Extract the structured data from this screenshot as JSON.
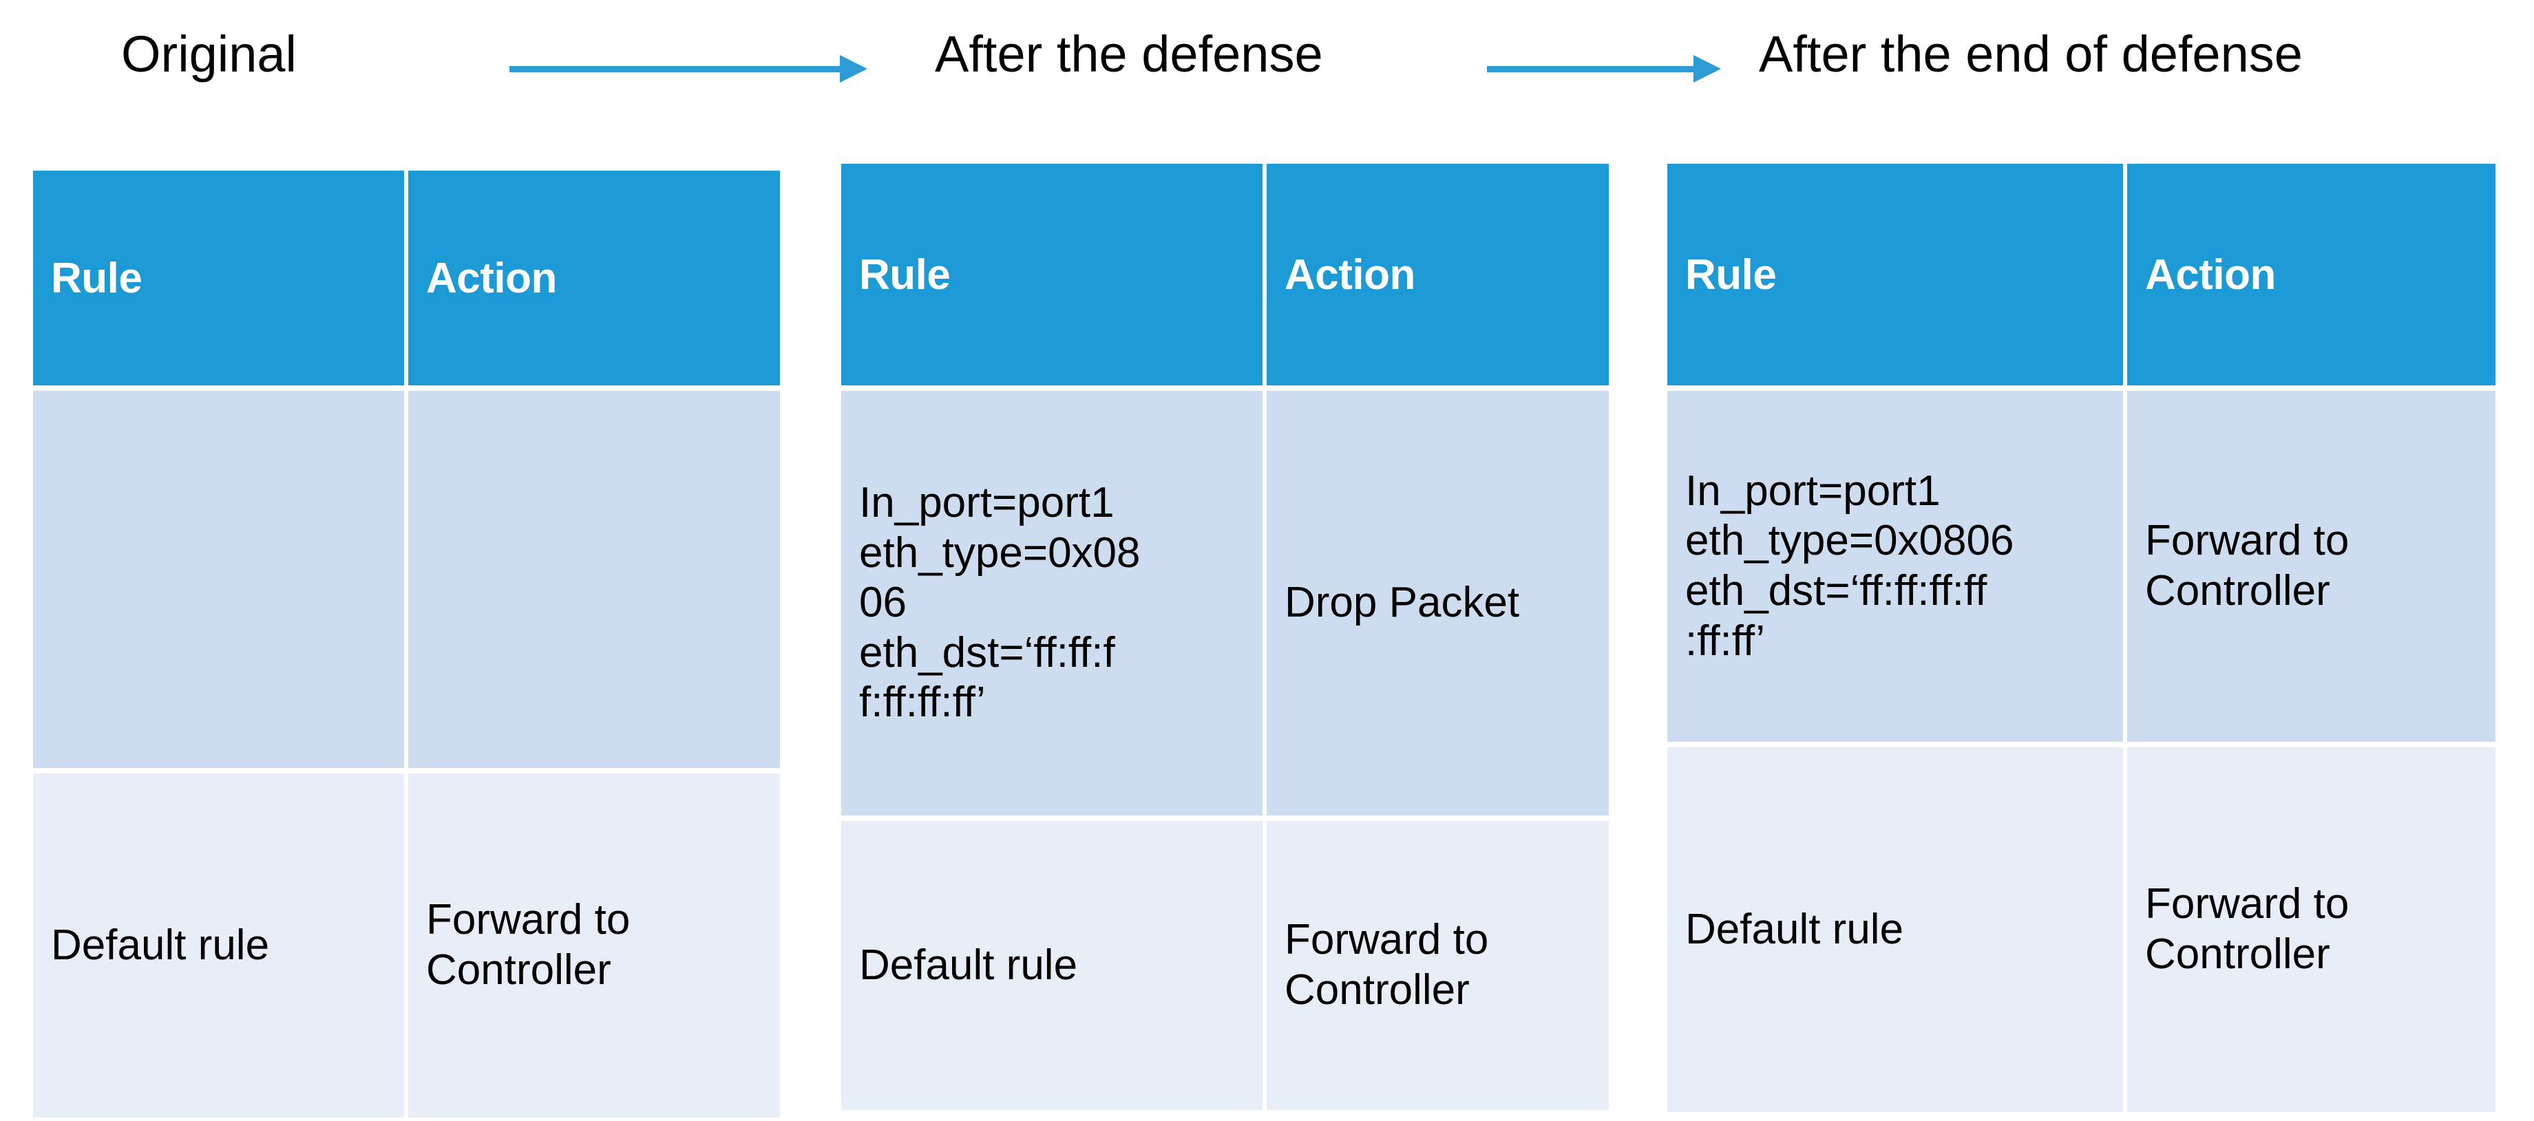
{
  "theme": {
    "header_fill": "#1B9AD6",
    "row_band_dark": "#CEDCEF",
    "row_band_light": "#E8EEF8",
    "arrow_color": "#2E9BD6",
    "text_color": "#000000",
    "header_text_color": "#FFFFFF",
    "page_background": "#FFFFFF"
  },
  "stages": [
    {
      "id": "original",
      "title": "Original"
    },
    {
      "id": "after-defense",
      "title": "After the defense"
    },
    {
      "id": "after-end",
      "title": "After the end of defense"
    }
  ],
  "arrows": [
    {
      "id": "arrow-original-to-defense",
      "from": "Original",
      "to": "After the defense",
      "direction": "right"
    },
    {
      "id": "arrow-defense-to-end",
      "from": "After the defense",
      "to": "After the end of defense",
      "direction": "right"
    }
  ],
  "tables": {
    "original": {
      "title": "Original",
      "columns": [
        "Rule",
        "Action"
      ],
      "rows": [
        {
          "rule": "",
          "action": ""
        },
        {
          "rule": "Default rule",
          "action": "Forward to Controller"
        }
      ]
    },
    "after_defense": {
      "title": "After the defense",
      "columns": [
        "Rule",
        "Action"
      ],
      "rows": [
        {
          "rule": "In_port=port1\neth_type=0x08\n06\neth_dst=‘ff:ff:f\nf:ff:ff:ff’",
          "action": "Drop Packet"
        },
        {
          "rule": "Default rule",
          "action": "Forward to Controller"
        }
      ]
    },
    "after_end": {
      "title": "After the end of defense",
      "columns": [
        "Rule",
        "Action"
      ],
      "rows": [
        {
          "rule": "In_port=port1\neth_type=0x0806\neth_dst=‘ff:ff:ff:ff\n:ff:ff’",
          "action": "Forward to Controller"
        },
        {
          "rule": "Default rule",
          "action": "Forward to Controller"
        }
      ]
    }
  }
}
